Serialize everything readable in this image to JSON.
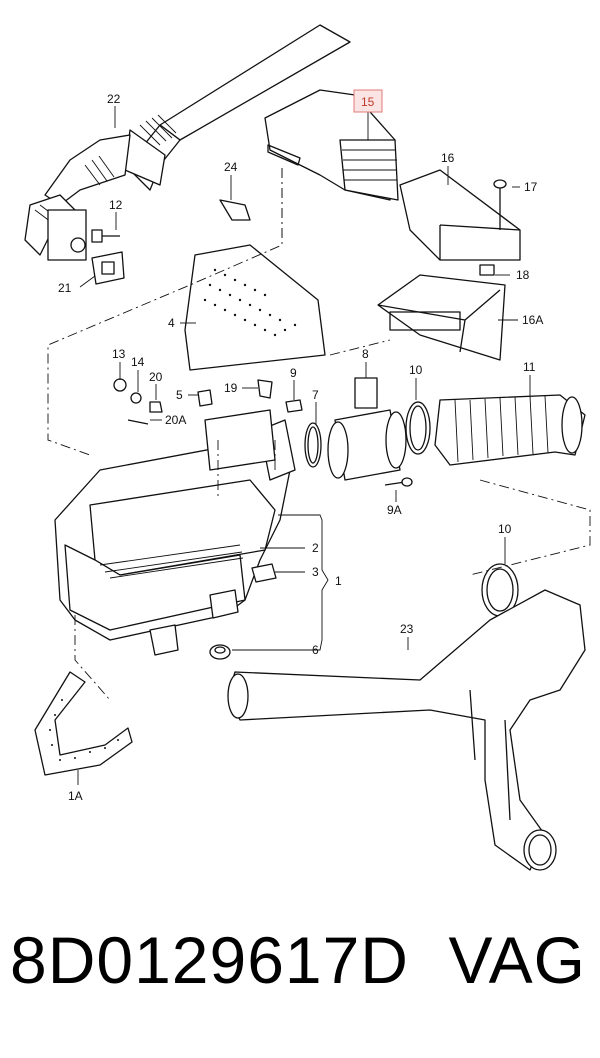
{
  "callouts": {
    "c22": "22",
    "c15": "15",
    "c16": "16",
    "c17": "17",
    "c24": "24",
    "c12": "12",
    "c21": "21",
    "c18": "18",
    "c16a": "16A",
    "c4": "4",
    "c13": "13",
    "c14": "14",
    "c20": "20",
    "c20a": "20A",
    "c5": "5",
    "c19": "19",
    "c9": "9",
    "c7": "7",
    "c8": "8",
    "c10a": "10",
    "c11": "11",
    "c9a": "9A",
    "c2": "2",
    "c3": "3",
    "c1": "1",
    "c6": "6",
    "c10b": "10",
    "c23": "23",
    "c1a": "1A"
  },
  "highlight": {
    "color": "#c0392b",
    "fill": "#fbe4e4"
  },
  "footer": {
    "part_number": "8D0129617D",
    "brand": "VAG"
  }
}
